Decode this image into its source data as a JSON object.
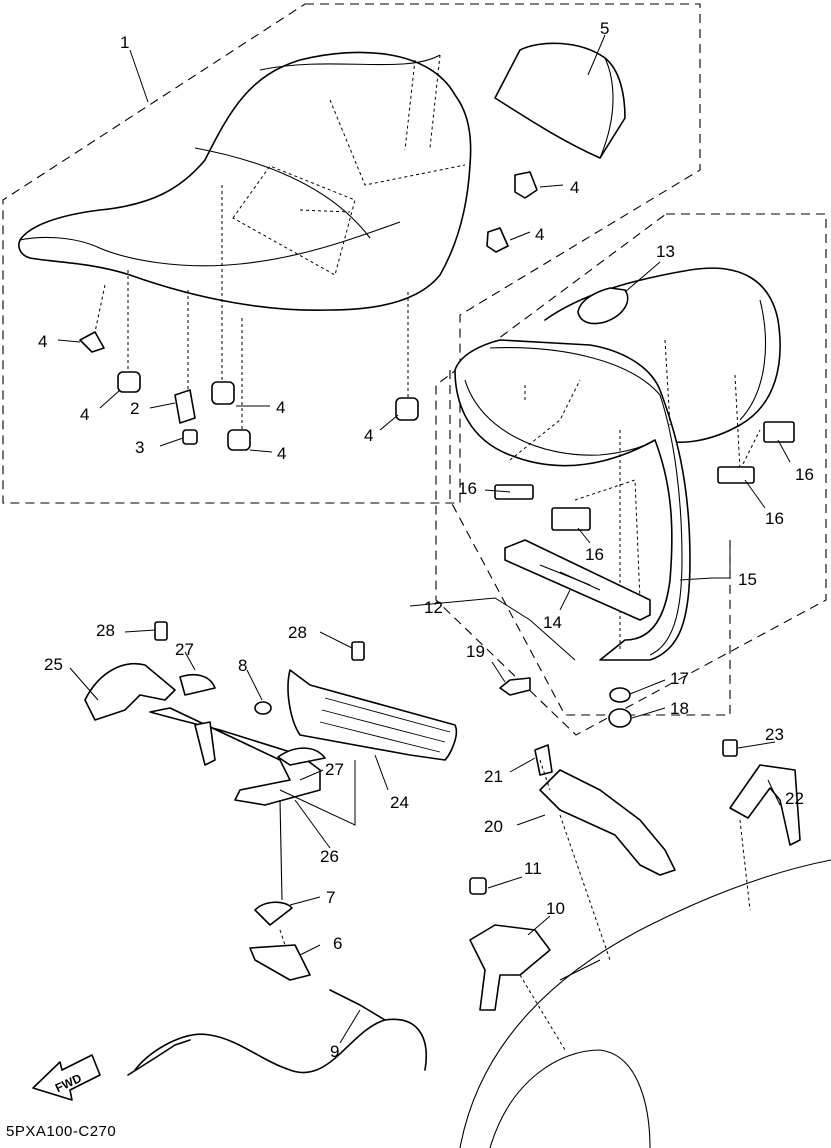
{
  "diagram": {
    "code": "5PXA100-C270",
    "fwd_label": "FWD",
    "callouts": {
      "c1": "1",
      "c2": "2",
      "c3": "3",
      "c4a": "4",
      "c4b": "4",
      "c4c": "4",
      "c4d": "4",
      "c4e": "4",
      "c4f": "4",
      "c4g": "4",
      "c5": "5",
      "c6": "6",
      "c7": "7",
      "c8": "8",
      "c9": "9",
      "c10": "10",
      "c11": "11",
      "c12": "12",
      "c13": "13",
      "c14": "14",
      "c15": "15",
      "c16a": "16",
      "c16b": "16",
      "c16c": "16",
      "c16d": "16",
      "c17": "17",
      "c18": "18",
      "c19": "19",
      "c20": "20",
      "c21": "21",
      "c22": "22",
      "c23": "23",
      "c24": "24",
      "c25": "25",
      "c26": "26",
      "c27a": "27",
      "c27b": "27",
      "c28a": "28",
      "c28b": "28"
    }
  }
}
